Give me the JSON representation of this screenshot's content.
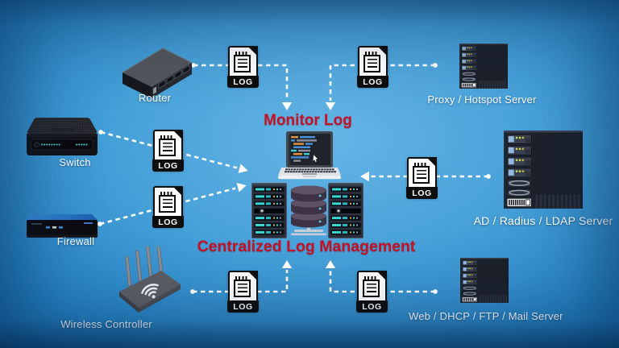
{
  "diagram": {
    "title_monitor": "Monitor Log",
    "title_centralized": "Centralized Log Management",
    "log_label": "LOG",
    "nodes": {
      "router": "Router",
      "switch": "Switch",
      "firewall": "Firewall",
      "wireless": "Wireless Controller",
      "proxy": "Proxy / Hotspot Server",
      "ad": "AD / Radius / LDAP Server",
      "web": "Web / DHCP / FTP / Mail Server"
    },
    "connections": [
      {
        "from": "Router",
        "to": "Monitor Log"
      },
      {
        "from": "Proxy / Hotspot Server",
        "to": "Monitor Log"
      },
      {
        "from": "Switch",
        "to": "Centralized Log Management"
      },
      {
        "from": "AD / Radius / LDAP Server",
        "to": "Centralized Log Management"
      },
      {
        "from": "Firewall",
        "to": "Centralized Log Management"
      },
      {
        "from": "Wireless Controller",
        "to": "Centralized Log Management"
      },
      {
        "from": "Web / DHCP / FTP / Mail Server",
        "to": "Centralized Log Management"
      }
    ],
    "colors": {
      "title_red": "#c41226",
      "label_white": "#ffffff",
      "background_center": "#66b5e6",
      "background_edge": "#0b4c8a",
      "arrow_white": "#ffffff",
      "led_teal": "#41dbe0"
    }
  }
}
